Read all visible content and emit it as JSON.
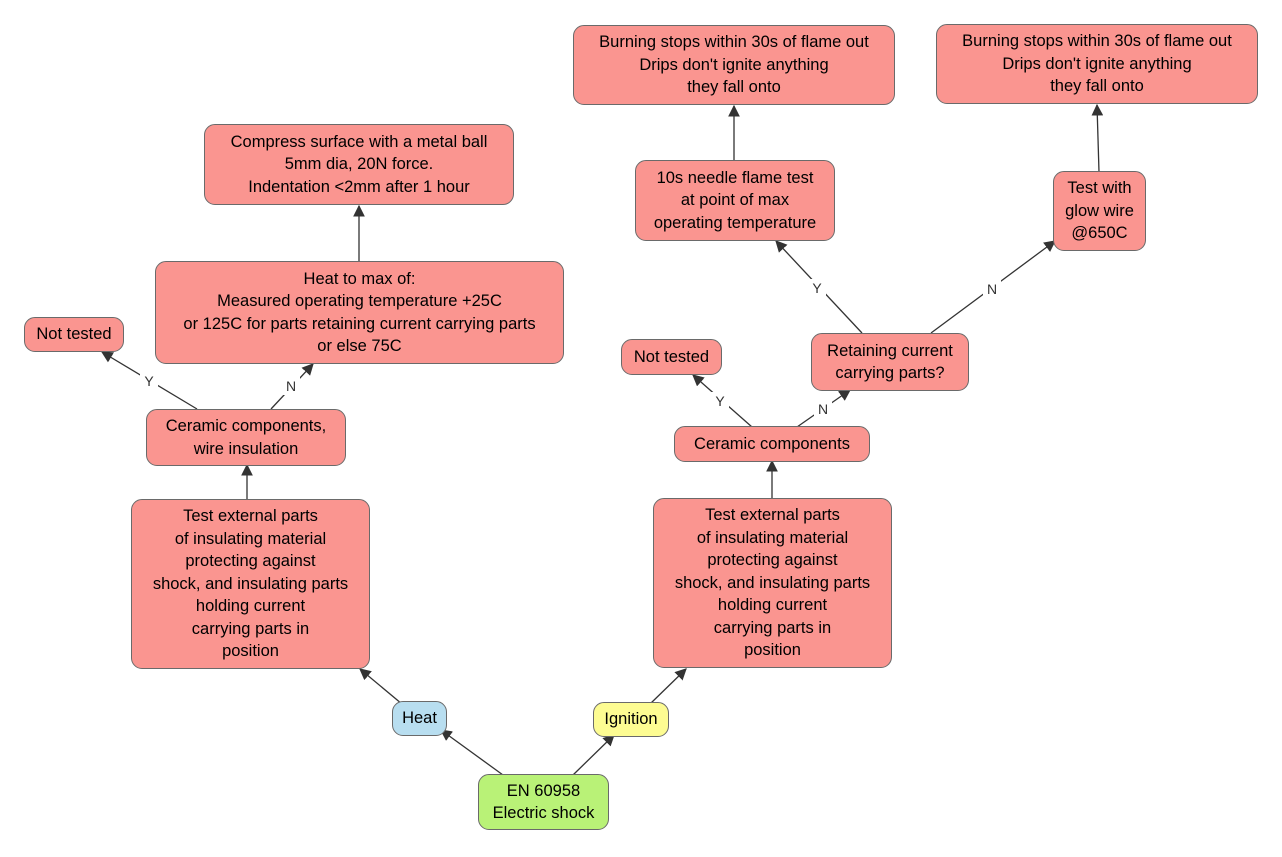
{
  "nodes": {
    "root": "EN 60958\nElectric shock",
    "heat": "Heat",
    "ignition": "Ignition",
    "heat_test_external": "Test external  parts\nof insulating material\nprotecting against\nshock, and insulating parts\nholding current\ncarrying parts in\nposition",
    "heat_ceramic": "Ceramic components,\nwire insulation",
    "heat_not_tested": "Not tested",
    "heat_max": "Heat to max of:\nMeasured operating temperature +25C\nor 125C for parts retaining current carrying parts\nor else 75C",
    "compress": "Compress surface with a metal ball\n5mm dia, 20N force.\nIndentation <2mm after 1 hour",
    "ign_test_external": "Test external  parts\nof insulating material\nprotecting against\nshock, and insulating parts\nholding current\ncarrying parts in\nposition",
    "ign_ceramic": "Ceramic components",
    "ign_not_tested": "Not tested",
    "retaining": "Retaining current\ncarrying parts?",
    "needle": "10s needle flame test\nat point of max\noperating temperature",
    "glow": "Test with\nglow wire\n@650C",
    "burning_left": "Burning stops within 30s of flame out\nDrips don't ignite anything\nthey fall onto",
    "burning_right": "Burning stops within 30s of flame out\nDrips don't ignite anything\nthey fall onto"
  },
  "edge_labels": {
    "yes": "Y",
    "no": "N"
  },
  "colors": {
    "process": "#fa9590",
    "heat": "#b8def0",
    "ignition": "#fdfc92",
    "root": "#b9f277",
    "edge": "#333333"
  }
}
